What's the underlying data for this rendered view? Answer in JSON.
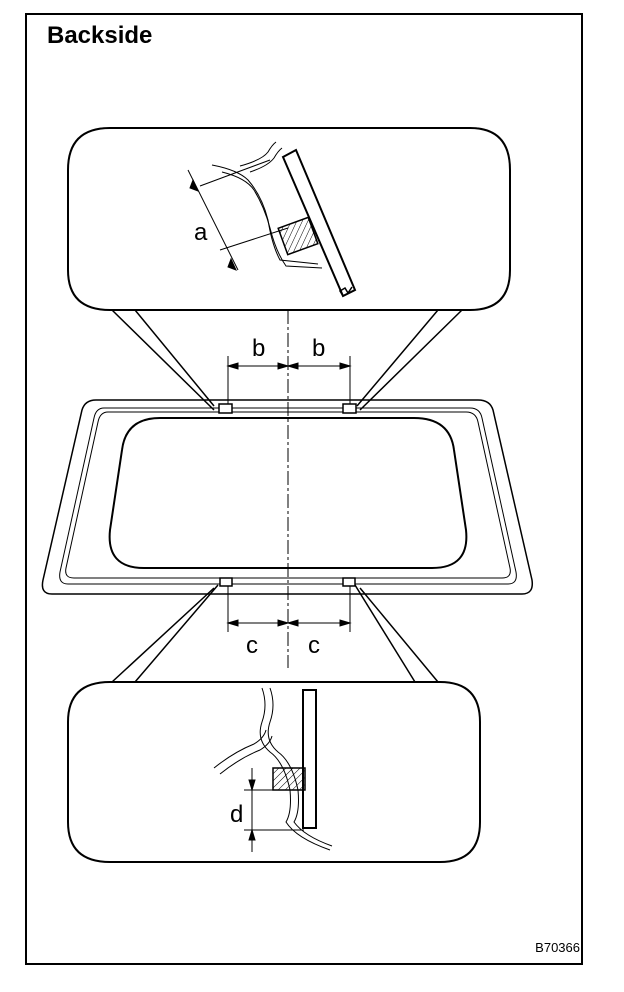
{
  "title": "Backside",
  "figure_code": "B70366",
  "labels": {
    "a": "a",
    "b": "b",
    "c": "c",
    "d": "d"
  }
}
